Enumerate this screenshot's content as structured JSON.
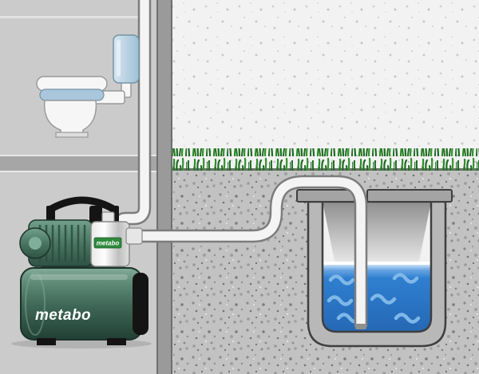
{
  "diagram": {
    "brand": "metabo",
    "labels": {
      "tank_logo": "metabo",
      "pump_head_logo": "metabo"
    },
    "colors": {
      "interior": "#cbcbcb",
      "ceiling_line": "#e2e2e2",
      "floor_slab": "#a6a6a6",
      "slab_edge": "#e8e8e8",
      "house_wall": "#9a9a9a",
      "wall_edge": "#6e6e6e",
      "outside_air": "#f2f2f2",
      "soil": "#c2c2c2",
      "soil_edge": "#6f6f6f",
      "grass_dark": "#1e6b22",
      "grass_light": "#35912f",
      "pipe_fill": "#f4f4f4",
      "pipe_outline": "#7c7c7c",
      "concrete": "#b8b8b8",
      "concrete_lid": "#a4a4a4",
      "concrete_outline": "#3f3f3f",
      "cistern_inside": "#f1f1f1",
      "water": "#2f7fd0",
      "wave": "#7fb8e8",
      "waterline": "#ffffff",
      "handle_black": "#141414",
      "logo_green": "#2f8a3c",
      "flush_tank_blue": "#a9c6dc",
      "toilet_white": "#f6f6f6",
      "outline_gray": "#9a9a9a"
    },
    "components": [
      "house-interior",
      "upper-floor",
      "basement",
      "house-wall",
      "floor-slab",
      "toilet",
      "flush-tank",
      "wall-riser-pipe",
      "domestic-waterworks-pump",
      "pump-handle",
      "pump-motor",
      "pump-head",
      "pressure-tank",
      "suction-pipe",
      "lawn-grass",
      "soil",
      "underground-cistern",
      "cistern-lid",
      "water",
      "suction-intake"
    ]
  }
}
